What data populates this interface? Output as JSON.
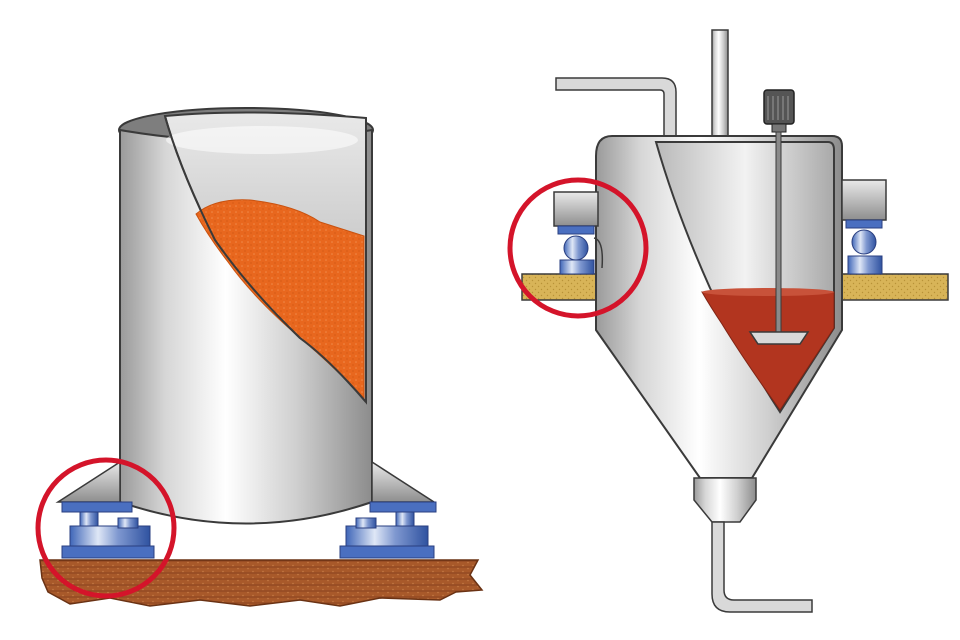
{
  "figure": {
    "panels": [
      {
        "name": "silo-on-floor-load-cells",
        "vessel": "cylindrical-silo",
        "contents": "bulk-solid-fill",
        "support": "floor",
        "highlight": "left-load-cell-mount"
      },
      {
        "name": "hopper-on-beam-load-cells",
        "vessel": "conical-hopper-with-agitator",
        "contents": "liquid-fill",
        "support": "steel-beams",
        "highlight": "left-load-cell-mount"
      }
    ],
    "colors": {
      "steel_light": "#f4f4f4",
      "steel_mid": "#c8c8c8",
      "steel_dark": "#8a8a8a",
      "outline": "#3a3a3a",
      "powder": "#e8671e",
      "liquid": "#b2351f",
      "floor": "#a8592a",
      "beam": "#d8b458",
      "load_cell_blue": "#3f66b8",
      "highlight_ring": "#d4142a"
    },
    "icons": [
      "load-cell-icon",
      "agitator-icon",
      "pipe-icon"
    ]
  }
}
